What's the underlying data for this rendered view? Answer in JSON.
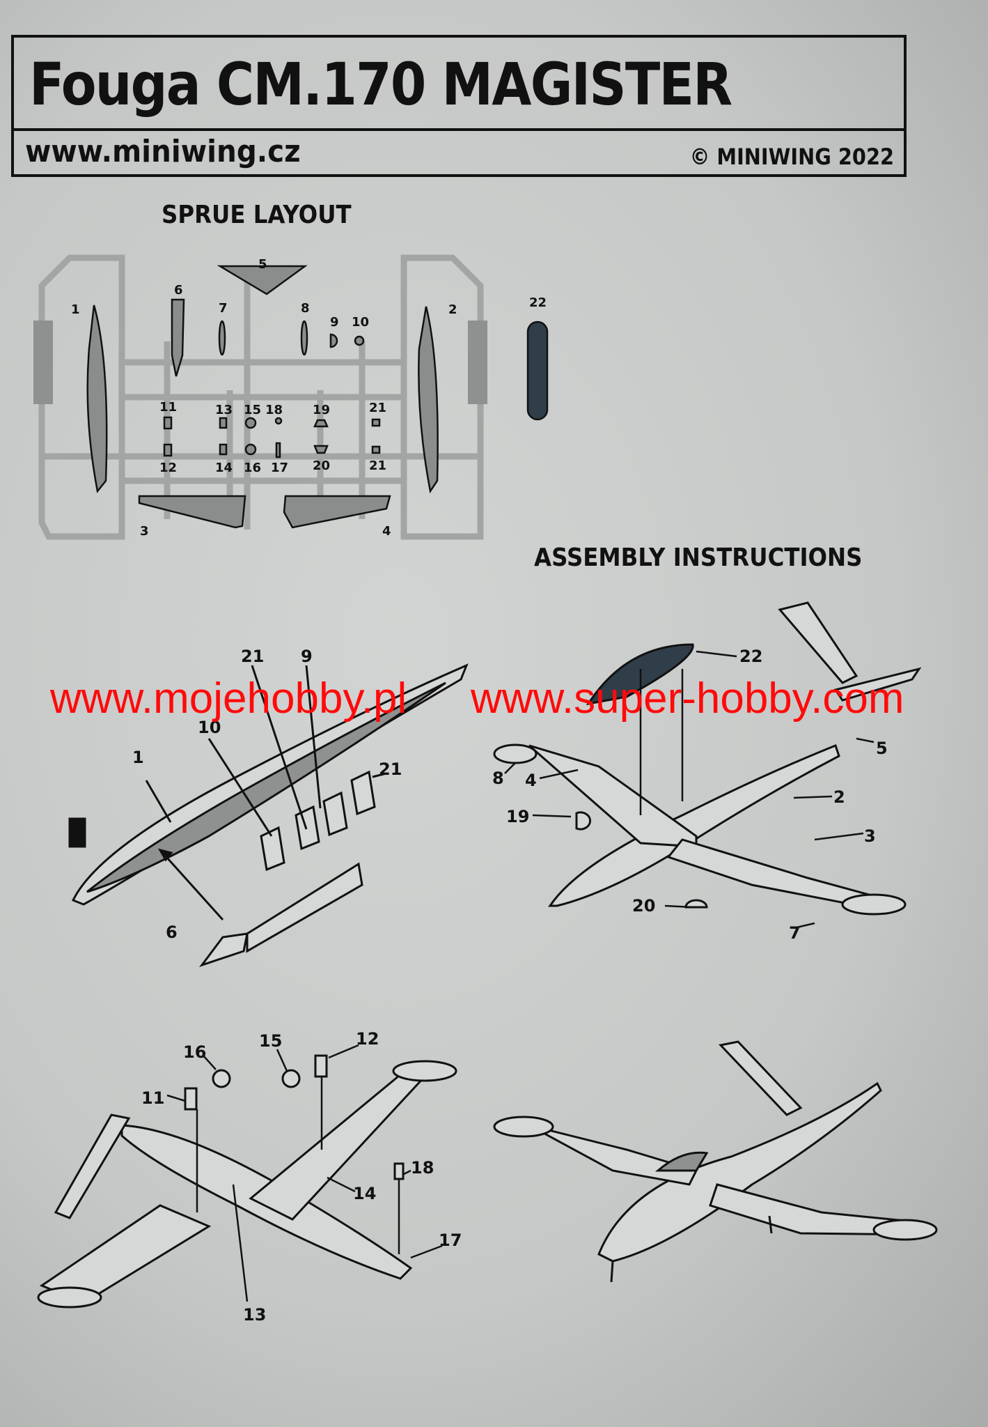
{
  "header": {
    "title": "Fouga CM.170 MAGISTER",
    "website": "www.miniwing.cz",
    "copyright": "© MINIWING 2022"
  },
  "sprue": {
    "heading": "SPRUE LAYOUT",
    "labels": [
      "1",
      "2",
      "3",
      "4",
      "5",
      "6",
      "7",
      "8",
      "9",
      "10",
      "11",
      "12",
      "13",
      "14",
      "15",
      "16",
      "17",
      "18",
      "19",
      "20",
      "21",
      "21",
      "22"
    ],
    "clear_part_color": "#2f3e48"
  },
  "assembly": {
    "heading": "ASSEMBLY INSTRUCTIONS",
    "step1_labels": [
      "1",
      "10",
      "21",
      "9",
      "21",
      "6"
    ],
    "step2_labels": [
      "22",
      "5",
      "2",
      "3",
      "7",
      "20",
      "19",
      "8",
      "4"
    ],
    "step3_labels": [
      "16",
      "15",
      "12",
      "11",
      "18",
      "14",
      "17",
      "13"
    ]
  },
  "watermarks": {
    "left": "www.mojehobby.pl",
    "right": "www.super-hobby.com",
    "color": "#ff0a0a"
  }
}
